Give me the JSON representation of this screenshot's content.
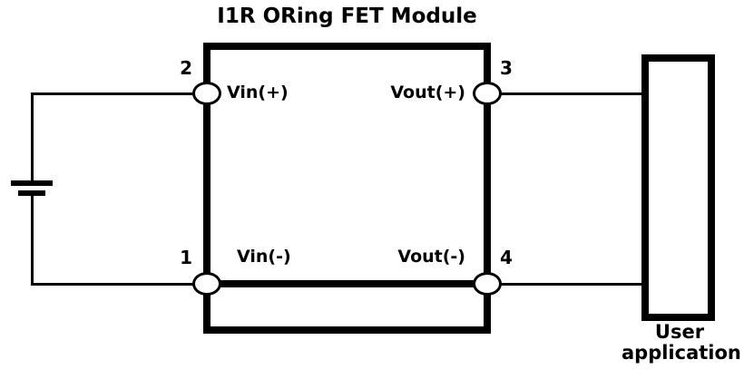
{
  "diagram": {
    "title": "I1R ORing FET Module",
    "module": {
      "pins": [
        {
          "number": "2",
          "label": "Vin(+)"
        },
        {
          "number": "3",
          "label": "Vout(+)"
        },
        {
          "number": "1",
          "label": "Vin(-)"
        },
        {
          "number": "4",
          "label": "Vout(-)"
        }
      ]
    },
    "power_source": {
      "icon": "battery-cell-icon"
    },
    "load": {
      "label_line1": "User",
      "label_line2": "application"
    },
    "colors": {
      "line": "#000000",
      "background": "#ffffff"
    }
  }
}
